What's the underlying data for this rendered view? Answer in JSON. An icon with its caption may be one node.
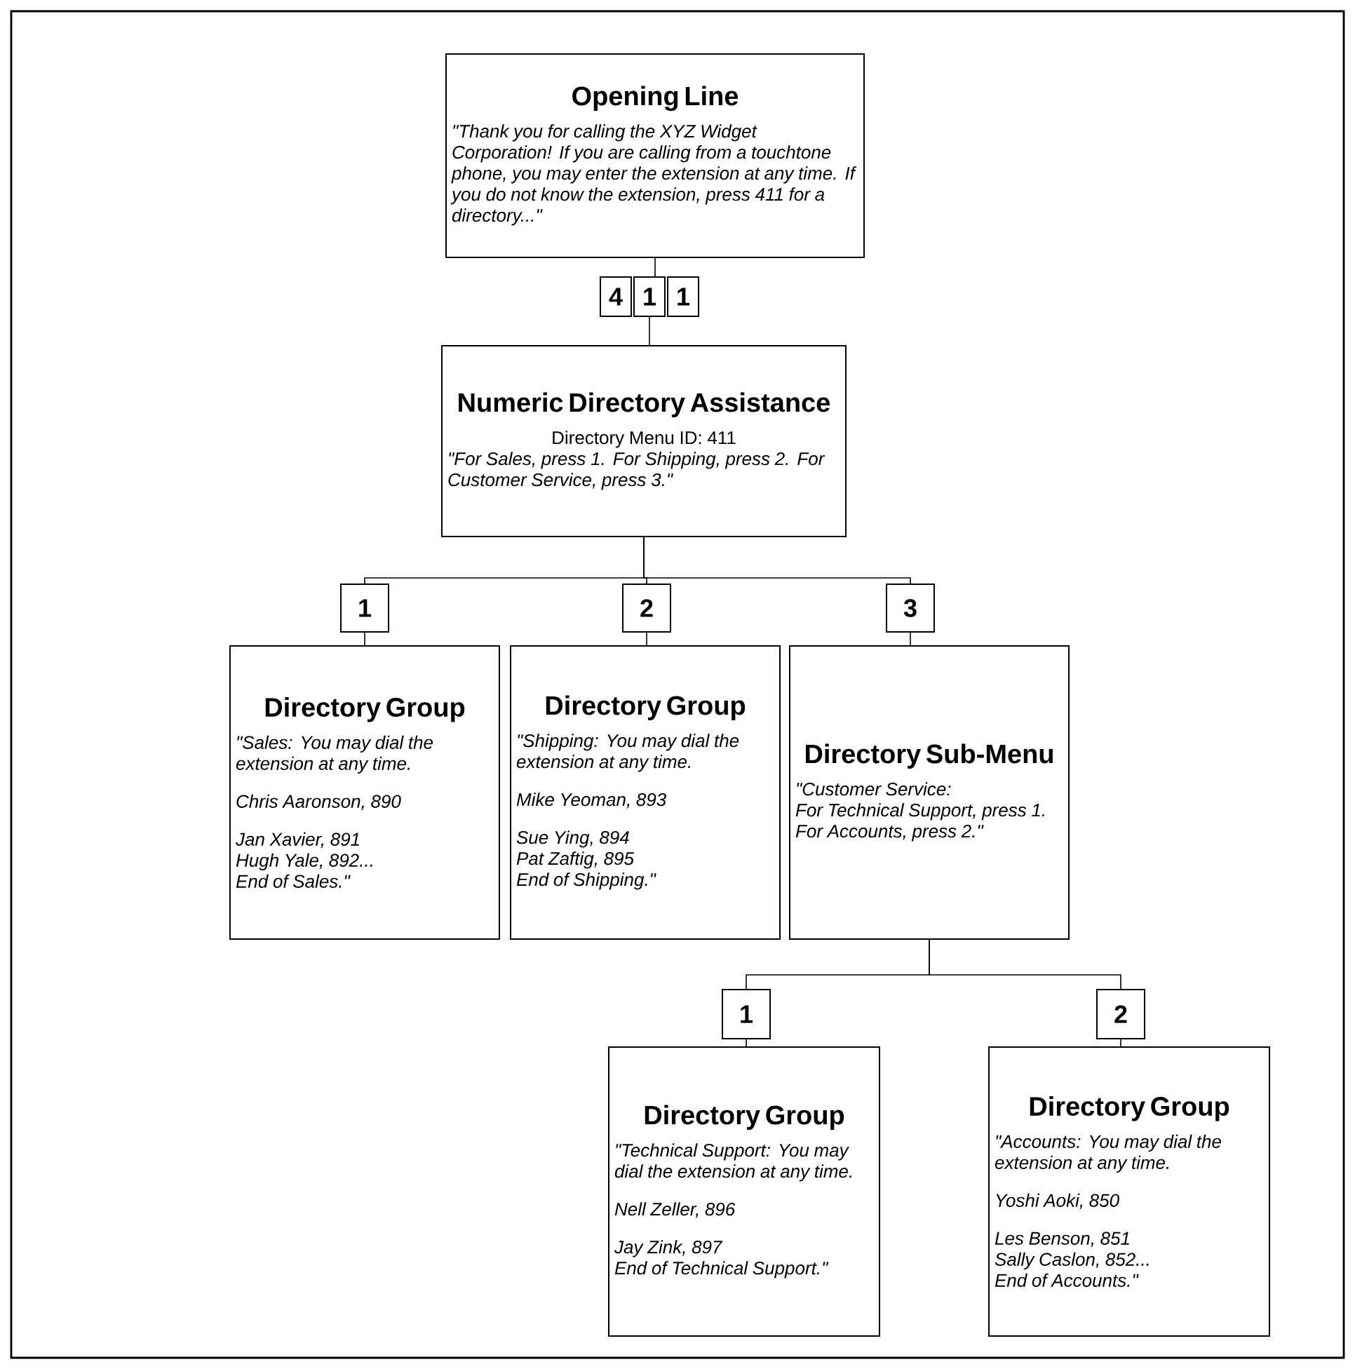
{
  "diagram": {
    "nodes": [
      {
        "text": [
          "Opening Line",
          "\"Thank you for calling the XYZ Widget Corporation! If you are calling from a touchtone phone, you may enter the extension at any time. If you do not know the extension, press 411 for a directory...\""
        ]
      },
      {
        "text": [
          "4"
        ]
      },
      {
        "text": [
          "1"
        ]
      },
      {
        "text": [
          "1"
        ]
      },
      {
        "text": [
          "Numeric Directory Assistance",
          "Directory Menu ID: 411",
          "\"For Sales, press 1. For Shipping, press 2. For Customer Service, press 3.\""
        ]
      },
      {
        "text": [
          "1"
        ]
      },
      {
        "text": [
          "2"
        ]
      },
      {
        "text": [
          "3"
        ]
      },
      {
        "text": [
          "Directory Group",
          "\"Sales: You may dial the extension at any time.",
          "Chris Aaronson, 890",
          "Jan Xavier, 891",
          "Hugh Yale, 892...",
          "End of Sales.\""
        ]
      },
      {
        "text": [
          "Directory Group",
          "\"Shipping: You may dial the extension at any time.",
          "Mike Yeoman, 893",
          "Sue Ying, 894",
          "Pat Zaftig, 895",
          "End of Shipping.\""
        ]
      },
      {
        "text": [
          "Directory Sub-Menu",
          "\"Customer Service:",
          "For Technical Support, press 1. For Accounts, press 2.\""
        ]
      },
      {
        "text": [
          "1"
        ]
      },
      {
        "text": [
          "2"
        ]
      },
      {
        "text": [
          "Directory Group",
          "\"Technical Support: You may dial the extension at any time.",
          "Nell Zeller, 896",
          "Jay Zink, 897",
          "End of Technical Support.\""
        ]
      },
      {
        "text": [
          "Directory Group",
          "\"Accounts: You may dial the extension at any time.",
          "Yoshi Aoki, 850",
          "Les Benson, 851",
          "Sally Caslon, 852...",
          "End of Accounts.\""
        ]
      }
    ],
    "edges": [
      {
        "from": 0,
        "to": 2,
        "arrow": "none"
      },
      {
        "from": 2,
        "to": 4,
        "arrow": "none"
      },
      {
        "from": 4,
        "to": 5,
        "arrow": "none"
      },
      {
        "from": 4,
        "to": 6,
        "arrow": "none"
      },
      {
        "from": 4,
        "to": 7,
        "arrow": "none"
      },
      {
        "from": 5,
        "to": 8,
        "arrow": "none"
      },
      {
        "from": 6,
        "to": 9,
        "arrow": "none"
      },
      {
        "from": 7,
        "to": 10,
        "arrow": "none"
      },
      {
        "from": 10,
        "to": 11,
        "arrow": "none"
      },
      {
        "from": 10,
        "to": 12,
        "arrow": "none"
      },
      {
        "from": 11,
        "to": 13,
        "arrow": "none"
      },
      {
        "from": 12,
        "to": 14,
        "arrow": "none"
      }
    ]
  }
}
